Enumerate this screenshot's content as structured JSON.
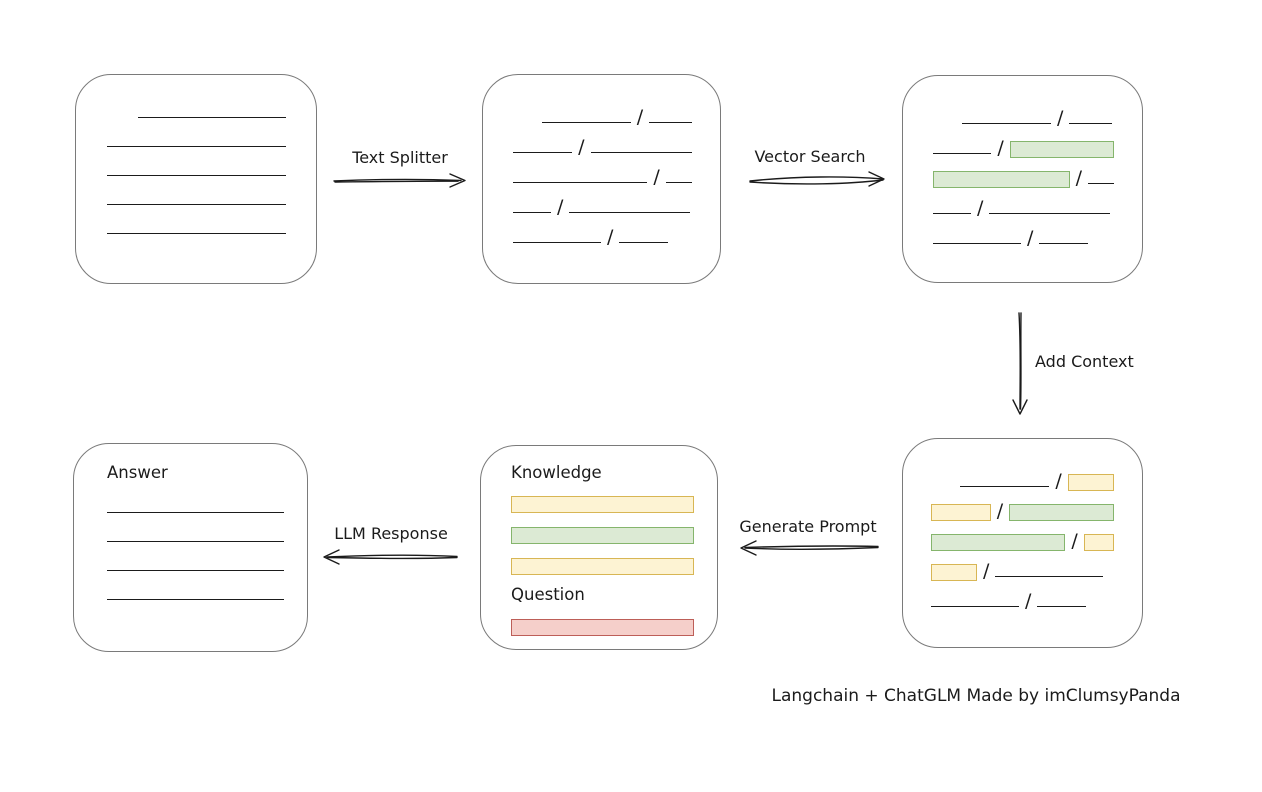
{
  "colors": {
    "ink": "#1b1b1b",
    "box_stroke": "#7a7a7a",
    "green_fill": "#dcead4",
    "green_stroke": "#85b56c",
    "yellow_fill": "#fdf3d3",
    "yellow_stroke": "#d8b654",
    "red_fill": "#f5cfca",
    "red_stroke": "#bd5e58"
  },
  "slash_char": "/",
  "arrows": {
    "text_splitter_label": "Text Splitter",
    "vector_search_label": "Vector Search",
    "add_context_label": "Add Context",
    "generate_prompt_label": "Generate Prompt",
    "llm_response_label": "LLM Response"
  },
  "caption": "Langchain + ChatGLM Made by imClumsyPanda",
  "boxes": {
    "document": {
      "rows": [
        {
          "seg": [
            [
              "gap",
              31
            ],
            [
              "line",
              148
            ]
          ]
        },
        {
          "seg": [
            [
              "line",
              179
            ]
          ]
        },
        {
          "seg": [
            [
              "line",
              179
            ]
          ]
        },
        {
          "seg": [
            [
              "line",
              179
            ]
          ]
        },
        {
          "seg": [
            [
              "line",
              179
            ]
          ]
        }
      ]
    },
    "chunks": {
      "rows": [
        {
          "seg": [
            [
              "gap",
              29
            ],
            [
              "line",
              89
            ],
            [
              "slash"
            ],
            [
              "line",
              43
            ]
          ]
        },
        {
          "seg": [
            [
              "line",
              60
            ],
            [
              "slash"
            ],
            [
              "line",
              103
            ]
          ]
        },
        {
          "seg": [
            [
              "line",
              138
            ],
            [
              "slash"
            ],
            [
              "line",
              27
            ]
          ]
        },
        {
          "seg": [
            [
              "line",
              38
            ],
            [
              "slash"
            ],
            [
              "line",
              121
            ]
          ]
        },
        {
          "seg": [
            [
              "line",
              88
            ],
            [
              "slash"
            ],
            [
              "line",
              49
            ]
          ]
        }
      ]
    },
    "matched": {
      "rows": [
        {
          "seg": [
            [
              "gap",
              29
            ],
            [
              "line",
              89
            ],
            [
              "slash"
            ],
            [
              "line",
              43
            ]
          ]
        },
        {
          "seg": [
            [
              "line",
              60
            ],
            [
              "slash"
            ],
            [
              "green",
              107
            ]
          ]
        },
        {
          "seg": [
            [
              "green",
              137
            ],
            [
              "slash"
            ],
            [
              "line",
              26
            ]
          ]
        },
        {
          "seg": [
            [
              "line",
              38
            ],
            [
              "slash"
            ],
            [
              "line",
              121
            ]
          ]
        },
        {
          "seg": [
            [
              "line",
              88
            ],
            [
              "slash"
            ],
            [
              "line",
              49
            ]
          ]
        }
      ]
    },
    "context": {
      "rows": [
        {
          "seg": [
            [
              "gap",
              30
            ],
            [
              "line",
              93
            ],
            [
              "slash"
            ],
            [
              "yellow",
              48
            ]
          ]
        },
        {
          "seg": [
            [
              "yellow",
              61
            ],
            [
              "slash"
            ],
            [
              "green",
              107
            ]
          ]
        },
        {
          "seg": [
            [
              "green",
              138
            ],
            [
              "slash"
            ],
            [
              "yellow",
              31
            ]
          ]
        },
        {
          "seg": [
            [
              "yellow",
              46
            ],
            [
              "slash"
            ],
            [
              "line",
              108
            ]
          ]
        },
        {
          "seg": [
            [
              "line",
              88
            ],
            [
              "slash"
            ],
            [
              "line",
              49
            ]
          ]
        }
      ]
    },
    "prompt": {
      "knowledge_label": "Knowledge",
      "question_label": "Question",
      "knowledge_bars": [
        "yellow",
        "green",
        "yellow"
      ],
      "question_bars": [
        "red"
      ]
    },
    "answer": {
      "label": "Answer",
      "rows": [
        {
          "seg": [
            [
              "line",
              179
            ]
          ]
        },
        {
          "seg": [
            [
              "line",
              179
            ]
          ]
        },
        {
          "seg": [
            [
              "line",
              179
            ]
          ]
        },
        {
          "seg": [
            [
              "line",
              179
            ]
          ]
        }
      ]
    }
  }
}
